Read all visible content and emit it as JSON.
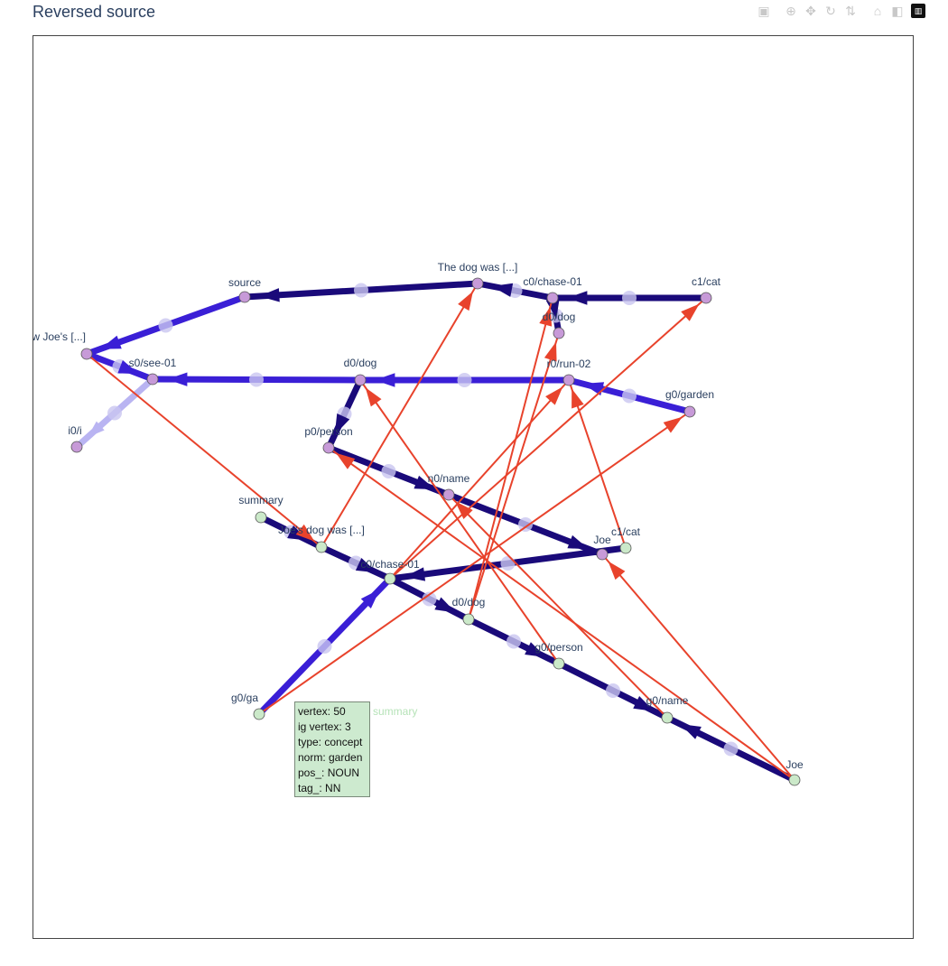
{
  "title": "Reversed source",
  "modebar": [
    {
      "name": "camera-icon",
      "glyph": "▣"
    },
    {
      "name": "zoom-icon",
      "glyph": "⊕"
    },
    {
      "name": "pan-icon",
      "glyph": "✥"
    },
    {
      "name": "orbit-icon",
      "glyph": "↻"
    },
    {
      "name": "turntable-icon",
      "glyph": "⇅"
    },
    {
      "name": "home-icon",
      "glyph": "⌂"
    },
    {
      "name": "video-camera-icon",
      "glyph": "◧"
    },
    {
      "name": "plotly-logo-icon",
      "glyph": "▥"
    }
  ],
  "colors": {
    "dark_edge": "#1a0a7a",
    "mid_edge": "#3a1fd6",
    "light_edge": "#b9b4f2",
    "red_edge": "#e8432c",
    "node_purple": "#c79ad8",
    "node_green": "#cbe9c9"
  },
  "nodes": [
    {
      "id": "source",
      "label": "source",
      "color": "purple"
    },
    {
      "id": "thedog",
      "label": "The dog was [...]",
      "color": "purple"
    },
    {
      "id": "c0chase",
      "label": "c0/chase-01",
      "color": "purple"
    },
    {
      "id": "c1cat",
      "label": "c1/cat",
      "color": "purple"
    },
    {
      "id": "d0dog_top",
      "label": "d0/dog",
      "color": "purple"
    },
    {
      "id": "isaw",
      "label": "I saw Joe's [...]",
      "color": "purple"
    },
    {
      "id": "s0see",
      "label": "s0/see-01",
      "color": "purple"
    },
    {
      "id": "d0dog",
      "label": "d0/dog",
      "color": "purple"
    },
    {
      "id": "r0run",
      "label": "r0/run-02",
      "color": "purple"
    },
    {
      "id": "g0garden",
      "label": "g0/garden",
      "color": "purple"
    },
    {
      "id": "i0i",
      "label": "i0/i",
      "color": "purple"
    },
    {
      "id": "p0person",
      "label": "p0/person",
      "color": "purple"
    },
    {
      "id": "n0name",
      "label": "n0/name",
      "color": "purple"
    },
    {
      "id": "joe_top",
      "label": "Joe",
      "color": "purple"
    },
    {
      "id": "c1cat_b",
      "label": "c1/cat",
      "color": "green"
    },
    {
      "id": "summary",
      "label": "summary",
      "color": "green"
    },
    {
      "id": "joesdog",
      "label": "Joe's dog was [...]",
      "color": "green"
    },
    {
      "id": "c0chase_b",
      "label": "c0/chase-01",
      "color": "green"
    },
    {
      "id": "d0dog_b",
      "label": "d0/dog",
      "color": "green"
    },
    {
      "id": "g0person",
      "label": "g0/person",
      "color": "green"
    },
    {
      "id": "g0name",
      "label": "g0/name",
      "color": "green"
    },
    {
      "id": "joe_b",
      "label": "Joe",
      "color": "green"
    },
    {
      "id": "g0garden_b",
      "label": "g0/ga",
      "color": "green"
    }
  ],
  "edges": [
    {
      "from": "thedog",
      "to": "source",
      "kind": "dark"
    },
    {
      "from": "c1cat",
      "to": "c0chase",
      "kind": "dark"
    },
    {
      "from": "c0chase",
      "to": "thedog",
      "kind": "dark"
    },
    {
      "from": "c0chase",
      "to": "d0dog_top",
      "kind": "dark"
    },
    {
      "from": "source",
      "to": "isaw",
      "kind": "mid"
    },
    {
      "from": "isaw",
      "to": "s0see",
      "kind": "mid"
    },
    {
      "from": "d0dog",
      "to": "s0see",
      "kind": "mid"
    },
    {
      "from": "r0run",
      "to": "d0dog",
      "kind": "mid"
    },
    {
      "from": "g0garden",
      "to": "r0run",
      "kind": "mid"
    },
    {
      "from": "s0see",
      "to": "i0i",
      "kind": "light"
    },
    {
      "from": "d0dog",
      "to": "p0person",
      "kind": "dark"
    },
    {
      "from": "p0person",
      "to": "n0name",
      "kind": "dark"
    },
    {
      "from": "n0name",
      "to": "joe_top",
      "kind": "dark"
    },
    {
      "from": "c1cat_b",
      "to": "c0chase_b",
      "kind": "dark"
    },
    {
      "from": "summary",
      "to": "joesdog",
      "kind": "dark"
    },
    {
      "from": "joesdog",
      "to": "c0chase_b",
      "kind": "dark"
    },
    {
      "from": "c0chase_b",
      "to": "d0dog_b",
      "kind": "dark"
    },
    {
      "from": "d0dog_b",
      "to": "g0person",
      "kind": "dark"
    },
    {
      "from": "g0person",
      "to": "g0name",
      "kind": "dark"
    },
    {
      "from": "joe_b",
      "to": "g0name",
      "kind": "dark"
    },
    {
      "from": "g0garden_b",
      "to": "c0chase_b",
      "kind": "mid"
    },
    {
      "from": "isaw",
      "to": "joesdog",
      "kind": "red"
    },
    {
      "from": "joesdog",
      "to": "thedog",
      "kind": "red"
    },
    {
      "from": "d0dog_b",
      "to": "c0chase",
      "kind": "red"
    },
    {
      "from": "d0dog_b",
      "to": "d0dog_top",
      "kind": "red"
    },
    {
      "from": "c0chase_b",
      "to": "c1cat",
      "kind": "red"
    },
    {
      "from": "g0garden_b",
      "to": "g0garden",
      "kind": "red"
    },
    {
      "from": "g0person",
      "to": "d0dog",
      "kind": "red"
    },
    {
      "from": "joe_b",
      "to": "p0person",
      "kind": "red"
    },
    {
      "from": "g0name",
      "to": "n0name",
      "kind": "red"
    },
    {
      "from": "c1cat_b",
      "to": "r0run",
      "kind": "red"
    },
    {
      "from": "c0chase_b",
      "to": "r0run",
      "kind": "red"
    },
    {
      "from": "joe_b",
      "to": "joe_top",
      "kind": "red"
    }
  ],
  "hover": {
    "lines": [
      "vertex: 50",
      "ig vertex: 3",
      "type: concept",
      "norm: garden",
      "pos_: NOUN",
      "tag_: NN"
    ],
    "name": "summary"
  }
}
